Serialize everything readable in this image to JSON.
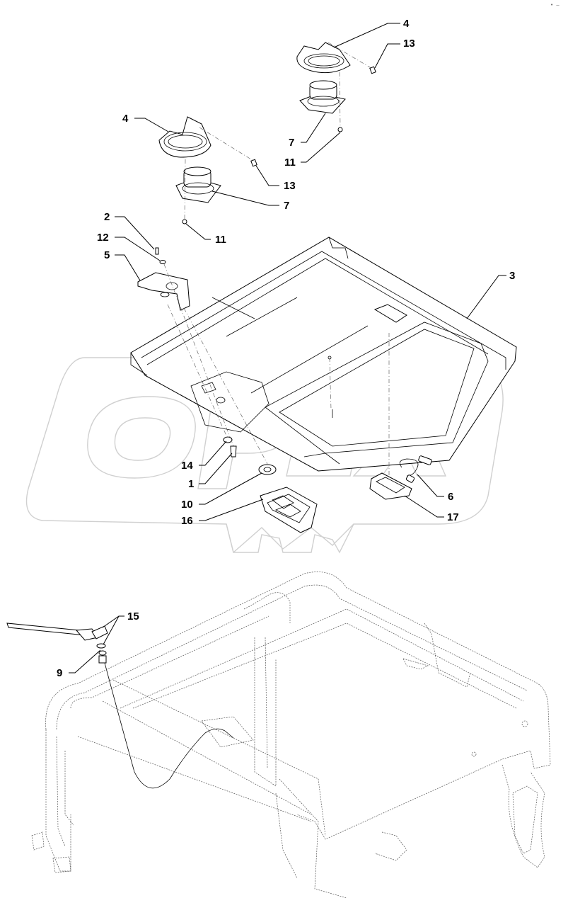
{
  "corner_mark": "• —",
  "callouts": {
    "c1": "1",
    "c2": "2",
    "c3": "3",
    "c4a": "4",
    "c4b": "4",
    "c5": "5",
    "c6": "6",
    "c7a": "7",
    "c7b": "7",
    "c9": "9",
    "c10": "10",
    "c11a": "11",
    "c11b": "11",
    "c12": "12",
    "c13a": "13",
    "c13b": "13",
    "c14": "14",
    "c15": "15",
    "c16": "16",
    "c17": "17"
  },
  "watermark": {
    "text": "OPEX",
    "color": "#d0d0d0"
  },
  "colors": {
    "line": "#000000",
    "background": "#ffffff"
  }
}
